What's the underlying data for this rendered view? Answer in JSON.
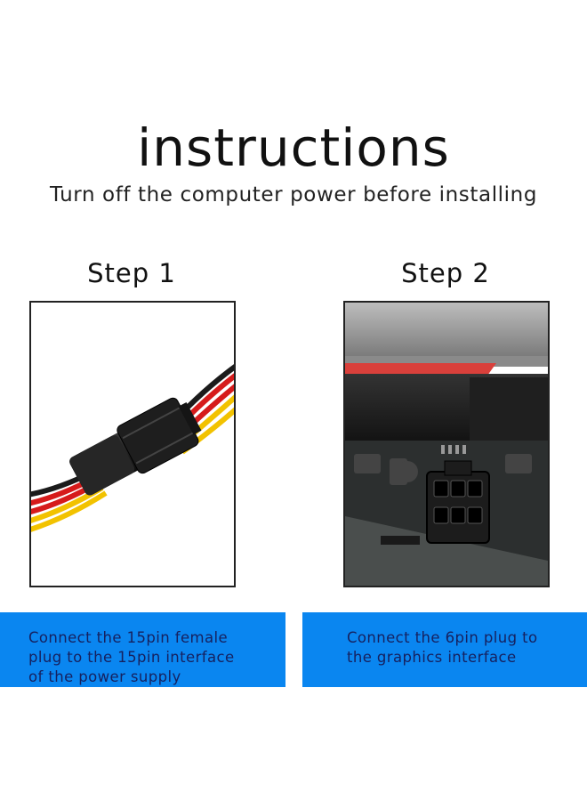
{
  "header": {
    "title": "instructions",
    "subtitle": "Turn off the computer power before installing"
  },
  "steps": [
    {
      "label": "Step 1",
      "caption": [
        "Connect the 15pin female",
        "plug to the 15pin interface",
        "of the power supply"
      ],
      "image": "sata-power-connector-with-yellow-black-red-wires"
    },
    {
      "label": "Step 2",
      "caption": [
        "Connect the 6pin plug to",
        "the graphics interface"
      ],
      "image": "graphics-card-6pin-power-socket"
    }
  ],
  "colors": {
    "caption_bg": "#0a86f0",
    "caption_text": "#16215f",
    "wire_yellow": "#f2c200",
    "wire_red": "#d61b1b",
    "wire_black": "#1b1b1b"
  }
}
